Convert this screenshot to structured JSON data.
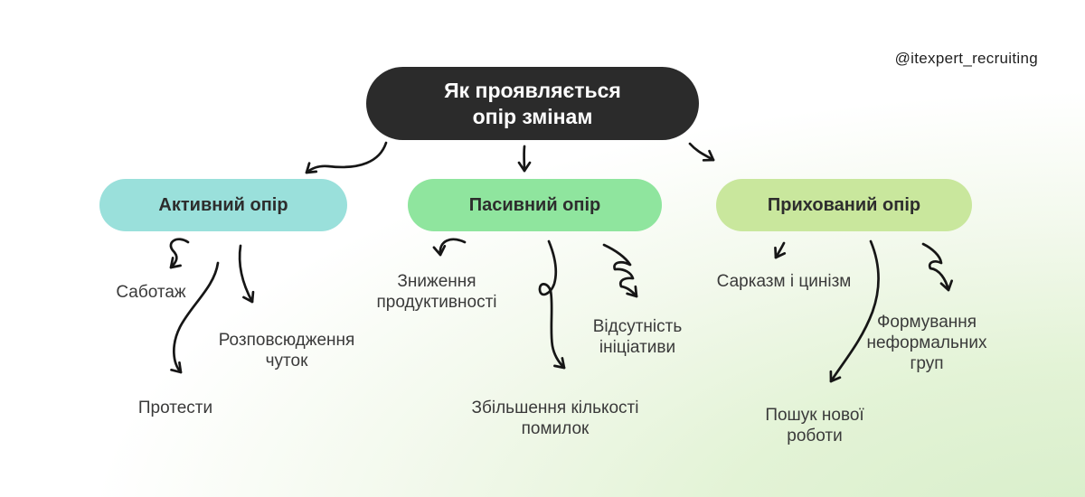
{
  "watermark": "@itexpert_recruiting",
  "root": {
    "line1": "Як проявляється",
    "line2": "опір змінам",
    "bg": "#2b2b2b",
    "text_color": "#ffffff"
  },
  "branches": [
    {
      "label": "Активний опір",
      "color": "#9ae0db",
      "children": [
        "Саботаж",
        "Розповсюдження чуток",
        "Протести"
      ]
    },
    {
      "label": "Пасивний опір",
      "color": "#8fe59e",
      "children": [
        "Зниження продуктивності",
        "Відсутність ініціативи",
        "Збільшення кількості помилок"
      ]
    },
    {
      "label": "Прихований опір",
      "color": "#c9e79d",
      "children": [
        "Сарказм і цинізм",
        "Формування неформальних груп",
        "Пошук нової роботи"
      ]
    }
  ],
  "style": {
    "arrow_color": "#161616",
    "background_top_left": "#ffffff",
    "background_bottom_right": "#d7eec9",
    "label_color": "#3a3a3a"
  }
}
